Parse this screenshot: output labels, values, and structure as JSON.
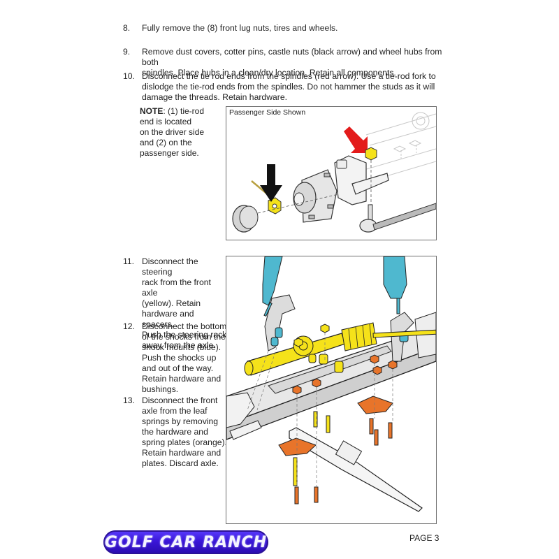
{
  "steps": [
    {
      "number": "8.",
      "lines": [
        "Fully remove the (8) front lug nuts, tires and wheels."
      ]
    },
    {
      "number": "9.",
      "lines": [
        "Remove dust covers, cotter pins, castle nuts (black arrow) and wheel hubs from both",
        "spindles. Place hubs in a clean/dry location. Retain all components."
      ]
    },
    {
      "number": "10.",
      "lines": [
        "Disconnect the tie rod ends from the spindles (red arrow). Use a tie-rod fork to",
        "dislodge the tie-rod ends from the spindles. Do not hammer the studs as it will",
        "damage the threads. Retain hardware."
      ]
    },
    {
      "number": "11.",
      "lines": [
        "Disconnect the steering",
        "rack from the front axle",
        "(yellow). Retain",
        "hardware and spacers.",
        "Push the steering rack",
        "away from the axle."
      ]
    },
    {
      "number": "12.",
      "lines": [
        "Disconnect the bottom",
        "of the shocks from the",
        "shock mounts (blue).",
        "Push the shocks up",
        "and out of the way.",
        "Retain hardware and",
        "bushings."
      ]
    },
    {
      "number": "13.",
      "lines": [
        "Disconnect the front",
        "axle from the leaf",
        "springs by removing",
        "the hardware and",
        "spring plates (orange).",
        "Retain hardware and",
        "plates. Discard axle."
      ]
    }
  ],
  "note": {
    "label": "NOTE",
    "lines": [
      ": (1) tie-rod",
      "end is located",
      "on the driver side",
      "and (2) on the",
      "passenger side."
    ]
  },
  "figures": [
    {
      "caption": "Passenger Side Shown",
      "callouts": [
        "black-arrow: castle nut",
        "red-arrow: tie-rod end nut"
      ]
    },
    {
      "caption": "",
      "callouts": [
        "yellow: steering rack hardware",
        "blue: shock mounts",
        "orange: spring plates"
      ]
    }
  ],
  "colors": {
    "yellow": "#f5e21a",
    "blue": "#4fb8cf",
    "orange": "#e8742a",
    "red_arrow": "#e31b1b",
    "black_arrow": "#111111",
    "logo_bg": "#3a16d8"
  },
  "footer": {
    "logo_text": "GOLF CAR RANCH",
    "page_label": "PAGE 3"
  }
}
